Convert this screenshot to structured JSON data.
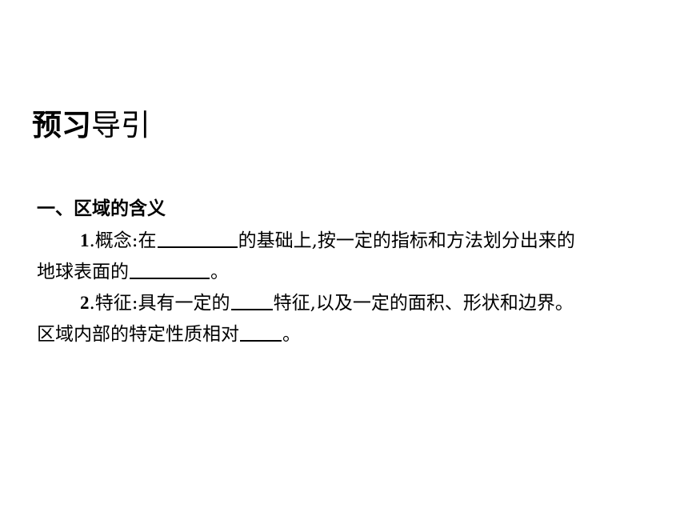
{
  "title": {
    "bold_part": "预习",
    "light_part": "导引"
  },
  "section": {
    "heading": "一、区域的含义",
    "item1": {
      "number": "1",
      "part_a": ".概念:在",
      "part_b": "的基础上,按一定的指标和方法划分出来的",
      "part_c": "地球表面的",
      "part_d": "。"
    },
    "item2": {
      "number": "2",
      "part_a": ".特征:具有一定的",
      "part_b": "特征,以及一定的面积、形状和边界。",
      "part_c": "区域内部的特定性质相对",
      "part_d": "。"
    }
  }
}
